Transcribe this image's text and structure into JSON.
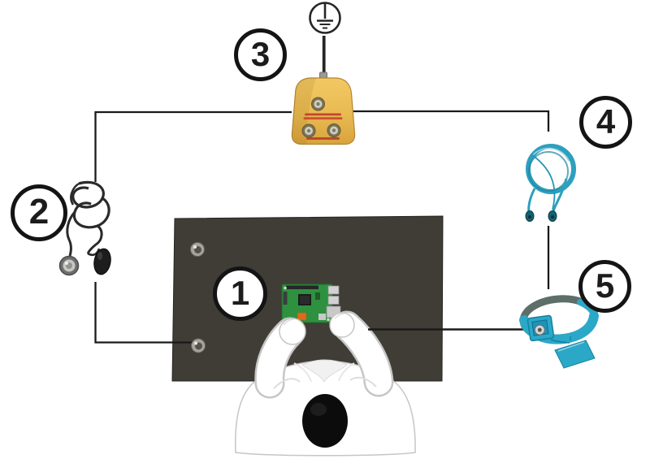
{
  "diagram": {
    "badges": [
      {
        "label": "1",
        "item": "anti-static-mat-workstation"
      },
      {
        "label": "2",
        "item": "mat-grounding-cord"
      },
      {
        "label": "3",
        "item": "earth-bonding-plug"
      },
      {
        "label": "4",
        "item": "coiled-grounding-cord"
      },
      {
        "label": "5",
        "item": "anti-static-wrist-strap"
      }
    ],
    "symbols": [
      {
        "name": "protective-earth-symbol"
      }
    ],
    "colors": {
      "mat": "#3F3D36",
      "plug_yellow": "#E9BA52",
      "plug_yellow_dark": "#D9A33C",
      "cord_blue": "#2E9FBE",
      "strap_blue": "#2BA8C8",
      "line": "#1A1A1A",
      "badge_border": "#141414"
    }
  }
}
